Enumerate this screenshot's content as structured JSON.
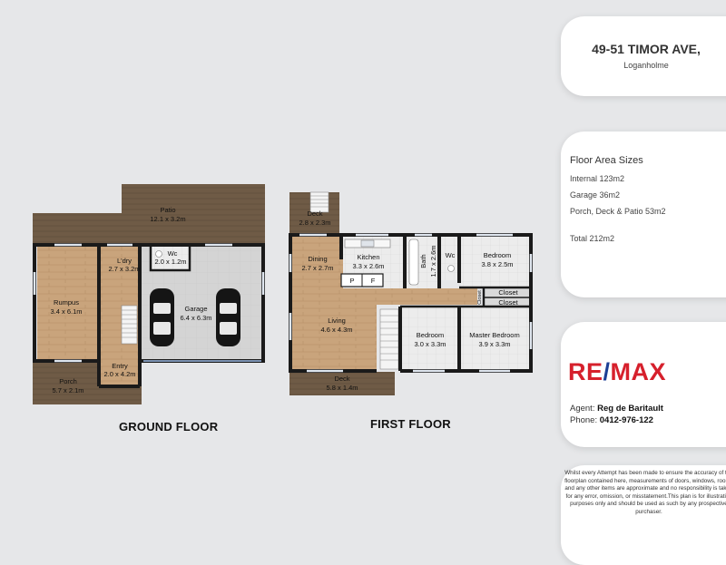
{
  "header": {
    "address": "49-51 TIMOR AVE,",
    "suburb": "Loganholme"
  },
  "floor_titles": {
    "ground": "GROUND FLOOR",
    "first": "FIRST FLOOR"
  },
  "ground_floor": {
    "patio": {
      "name": "Patio",
      "dims": "12.1 x 3.2m"
    },
    "wc": {
      "name": "Wc",
      "dims": "2.0 x 1.2m"
    },
    "laundry": {
      "name": "L'dry",
      "dims": "2.7 x 3.2m"
    },
    "rumpus": {
      "name": "Rumpus",
      "dims": "3.4 x 6.1m"
    },
    "garage": {
      "name": "Garage",
      "dims": "6.4 x 6.3m"
    },
    "entry": {
      "name": "Entry",
      "dims": "2.0 x 4.2m"
    },
    "porch": {
      "name": "Porch",
      "dims": "5.7 x 2.1m"
    }
  },
  "first_floor": {
    "deck_top": {
      "name": "Deck",
      "dims": "2.8 x 2.3m"
    },
    "dining": {
      "name": "Dining",
      "dims": "2.7 x 2.7m"
    },
    "kitchen": {
      "name": "Kitchen",
      "dims": "3.3 x 2.6m"
    },
    "bath": {
      "name": "Bath",
      "dims": "1.7 x 2.6m"
    },
    "wc": {
      "name": "Wc"
    },
    "bedroom1": {
      "name": "Bedroom",
      "dims": "3.8 x 2.5m"
    },
    "living": {
      "name": "Living",
      "dims": "4.6 x 4.3m"
    },
    "bedroom2": {
      "name": "Bedroom",
      "dims": "3.0 x 3.3m"
    },
    "master": {
      "name": "Master Bedroom",
      "dims": "3.9 x 3.3m"
    },
    "closet1": "Closet",
    "closet2": "Closet",
    "closet3": "Closet",
    "pantry_p": "P",
    "pantry_f": "F",
    "deck_bottom": {
      "name": "Deck",
      "dims": "5.8 x 1.4m"
    }
  },
  "areas": {
    "heading": "Floor Area Sizes",
    "internal": "Internal 123m2",
    "garage": "Garage 36m2",
    "porch": "Porch, Deck & Patio 53m2",
    "total": "Total 212m2"
  },
  "agent": {
    "logo_re": "RE",
    "logo_slash": "/",
    "logo_max": "MAX",
    "agent_label": "Agent:",
    "agent_name": "Reg de Baritault",
    "phone_label": "Phone:",
    "phone": "0412-976-122"
  },
  "disclaimer": "Whilst every Attempt has been made to ensure the accuracy of the floorplan contained here, measurements of doors, windows, rooms and any other items are approximate and no responsibility is taken for any error, omission, or misstatement.This plan is for illustrative purposes only and should be used as such by any prospective purchaser.",
  "colors": {
    "wall": "#1a1a1a",
    "wood_floor": "#c8a57f",
    "tile_floor": "#e7e7e7",
    "garage_floor": "#d6d6d6",
    "deck": "#6e5a45",
    "window": "#9fb2c8",
    "remax_red": "#d6202c",
    "remax_blue": "#1c3f94"
  }
}
